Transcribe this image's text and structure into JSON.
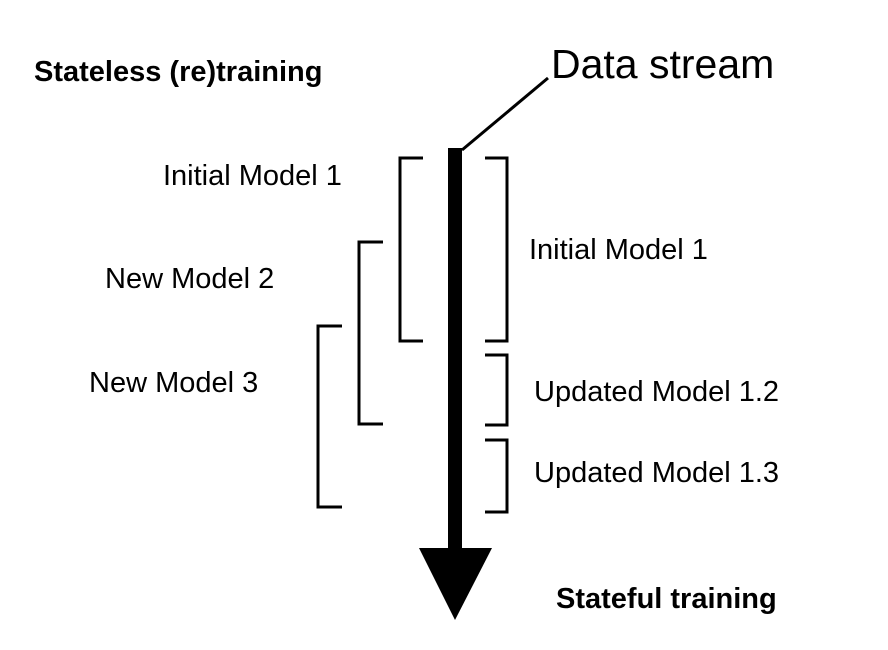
{
  "headings": {
    "stateless": "Stateless (re)training",
    "stateful": "Stateful training"
  },
  "stream_label": "Data stream",
  "stateless_models": [
    "Initial Model 1",
    "New Model 2",
    "New Model 3"
  ],
  "stateful_models": [
    "Initial Model 1",
    "Updated Model 1.2",
    "Updated Model 1.3"
  ],
  "colors": {
    "ink": "#000000",
    "background": "#ffffff"
  }
}
